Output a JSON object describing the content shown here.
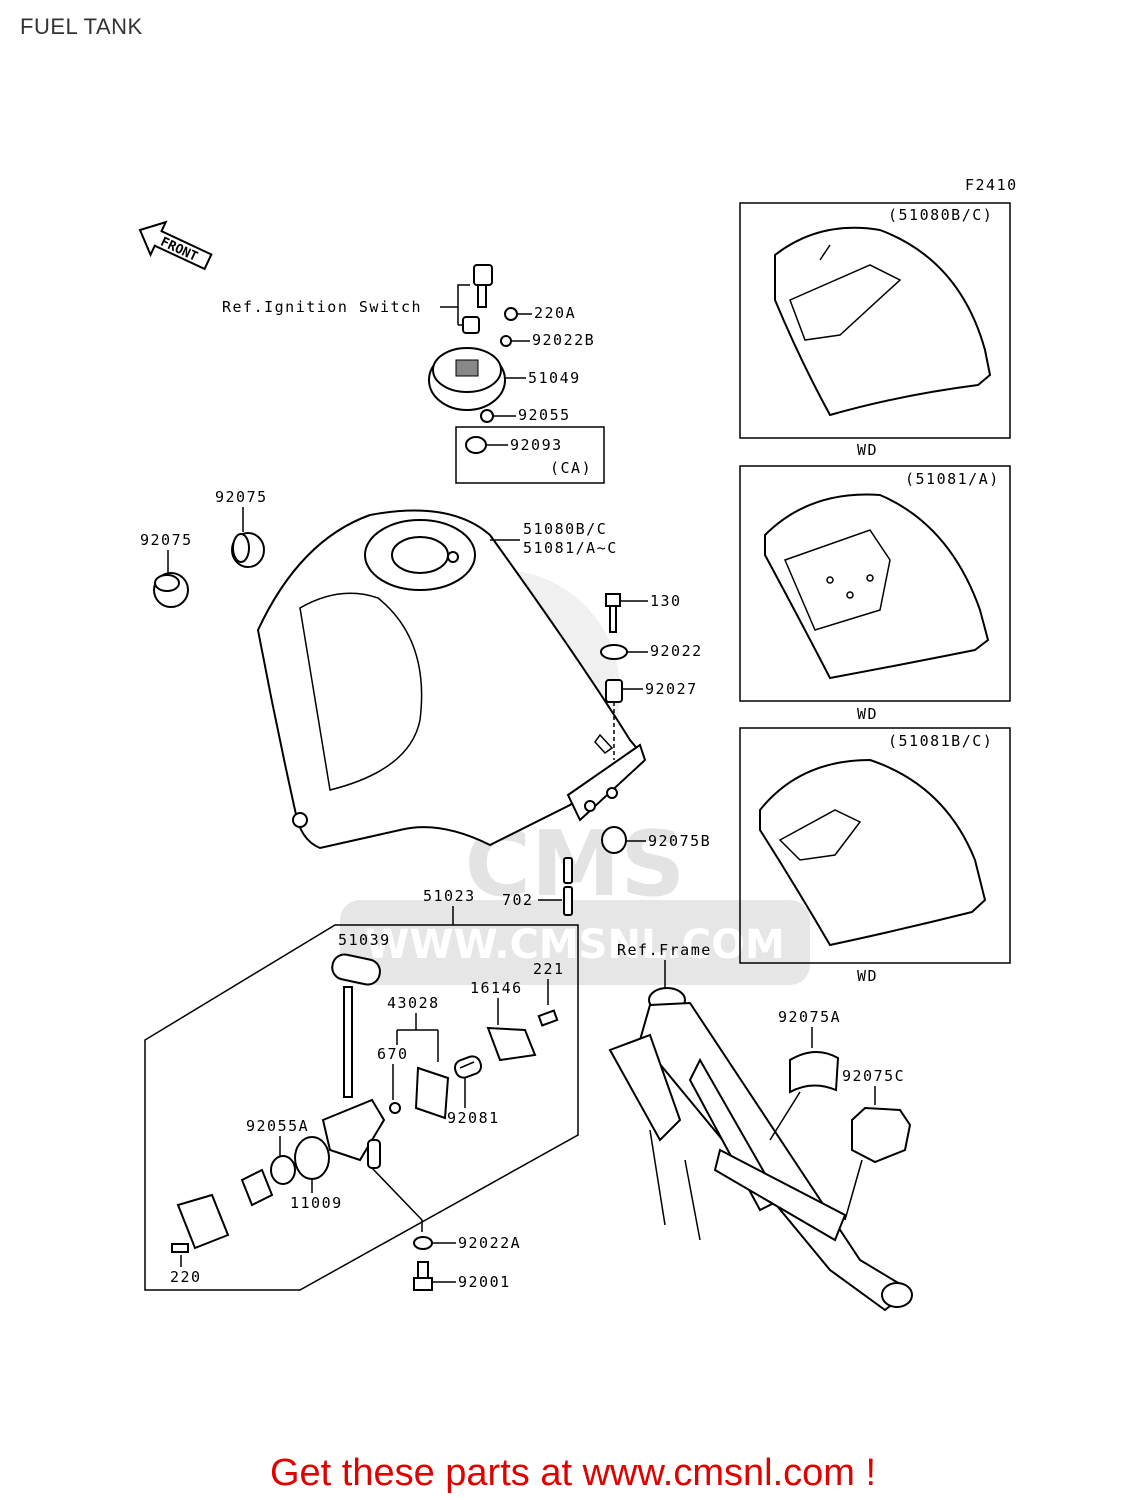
{
  "page": {
    "title": "FUEL TANK"
  },
  "figure_code": "F2410",
  "front_arrow": "FRONT",
  "refs": {
    "ignition": "Ref.Ignition Switch",
    "frame": "Ref.Frame"
  },
  "variant_boxes": [
    {
      "title": "(51080B/C)",
      "caption": "WD"
    },
    {
      "title": "(51081/A)",
      "caption": "WD"
    },
    {
      "title": "(51081B/C)",
      "caption": "WD"
    }
  ],
  "parts": {
    "p220a": "220A",
    "p92022b": "92022B",
    "p51049": "51049",
    "p92055": "92055",
    "p92093": "92093",
    "p92093_ca": "(CA)",
    "p92075_a": "92075",
    "p92075_b": "92075",
    "p51080": "51080B/C",
    "p51081": "51081/A~C",
    "p130": "130",
    "p92022": "92022",
    "p92027": "92027",
    "p92075b": "92075B",
    "p702": "702",
    "p51023": "51023",
    "p51039": "51039",
    "p221": "221",
    "p16146": "16146",
    "p43028": "43028",
    "p670": "670",
    "p92081": "92081",
    "p92055a": "92055A",
    "p11009": "11009",
    "p220": "220",
    "p92022a": "92022A",
    "p92001": "92001",
    "p92075a_f": "92075A",
    "p92075c": "92075C"
  },
  "watermark": "WWW.CMSNL.COM",
  "watermark_logo": "CMS",
  "promo": "Get these parts at www.cmsnl.com !",
  "colors": {
    "promo": "#e00000",
    "line": "#000000",
    "watermark": "#e6e6e6"
  }
}
